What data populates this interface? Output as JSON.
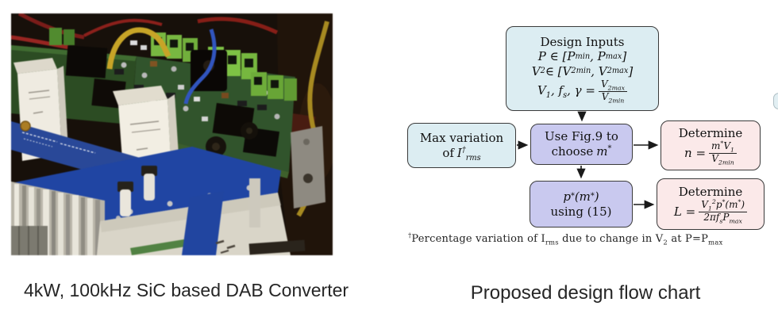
{
  "captions": {
    "left": "4kW, 100kHz SiC based DAB Converter",
    "right": "Proposed design flow chart"
  },
  "flowchart": {
    "design_inputs": {
      "title": "Design Inputs",
      "row1": "P ∈ [P_{min}, P_{max}]",
      "row2": "V_{2} ∈ [V_{2min}, V_{2max}]",
      "row3_lhs": "V_{1}, f_{s}, γ =",
      "row3_num": "V_{2max}",
      "row3_den": "V_{2min}"
    },
    "max_variation": {
      "row1": "Max variation",
      "row2_word": "of",
      "row2_math": "I^{†}_{rms}"
    },
    "use_fig9": {
      "row1": "Use Fig.9 to",
      "row2_word": "choose",
      "row2_math": "m^{*}"
    },
    "determine_n": {
      "row1": "Determine",
      "row2_lhs": "n =",
      "row2_num": "m^{*}V_{1}",
      "row2_den": "V_{2min}"
    },
    "p_star": {
      "row1": "p^{*}(m^{*})",
      "row2": "using (15)"
    },
    "determine_l": {
      "row1": "Determine",
      "row2_lhs": "L =",
      "row2_num": "V_{1}^{2}p^{*}(m^{*})",
      "row2_den": "2πf_{s}P_{max}"
    },
    "footnote": "^{†}Percentage variation of I_{rms} due to change in V_{2} at P=P_{max}"
  },
  "colors": {
    "box_cyan": "#dcedf2",
    "box_lavender": "#c9c9ef",
    "box_pink": "#fbe9e9",
    "box_border": "#3a3a3a",
    "arrow": "#1a1a1a"
  }
}
